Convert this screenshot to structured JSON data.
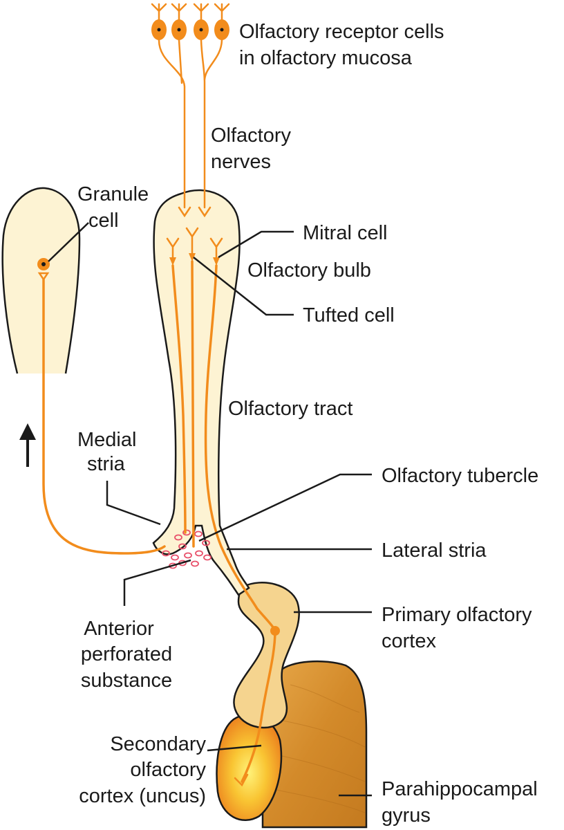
{
  "colors": {
    "fiber": "#f28c1c",
    "cream": "#fdf3d3",
    "cortex": "#f5d48f",
    "gyrus": "#d9922e",
    "uncus": "#f7b733",
    "stria_dots": "#e8506a",
    "outline": "#1a1a1a"
  },
  "labels": {
    "receptor_cells_line1": "Olfactory receptor cells",
    "receptor_cells_line2": "in olfactory mucosa",
    "nerves_line1": "Olfactory",
    "nerves_line2": "nerves",
    "granule_line1": "Granule",
    "granule_line2": "cell",
    "mitral": "Mitral cell",
    "bulb": "Olfactory bulb",
    "tufted": "Tufted cell",
    "tract": "Olfactory tract",
    "medial_line1": "Medial",
    "medial_line2": "stria",
    "tubercle": "Olfactory tubercle",
    "lateral": "Lateral stria",
    "anterior_line1": "Anterior",
    "anterior_line2": "perforated",
    "anterior_line3": "substance",
    "primary_line1": "Primary olfactory",
    "primary_line2": "cortex",
    "secondary_line1": "Secondary",
    "secondary_line2": "olfactory",
    "secondary_line3": "cortex (uncus)",
    "parahippocampal_line1": "Parahippocampal",
    "parahippocampal_line2": "gyrus"
  },
  "icons": {
    "direction_arrow": "up-arrow-icon"
  }
}
